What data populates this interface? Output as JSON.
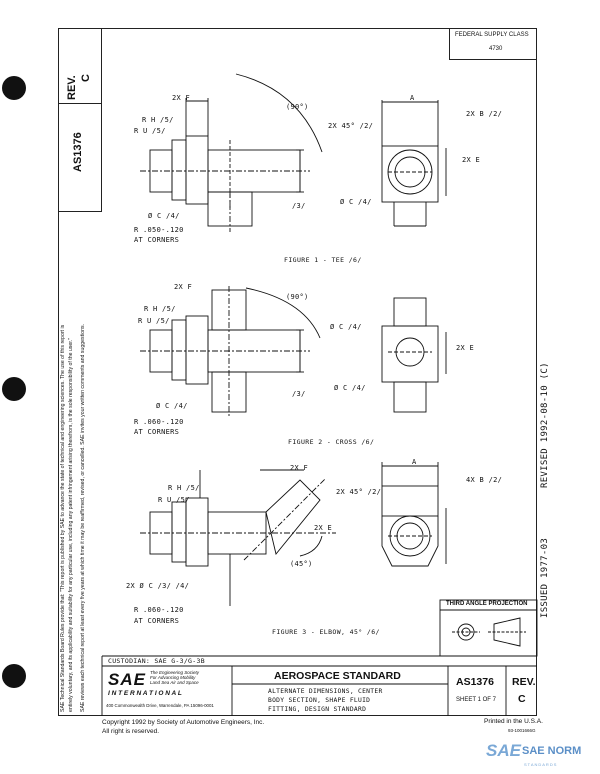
{
  "side_tab": {
    "rev_label": "REV.",
    "rev_value": "C",
    "doc_number": "AS1376"
  },
  "side_notice": [
    "SAE Technical Standards Board Rules provide that: \"This report is published by SAE to advance the state of technical and engineering sciences. The use of this report is",
    "entirely voluntary, and its applicability and suitability for any particular use, including any patent infringement arising therefrom, is the sole responsibility of the user.\"",
    "SAE reviews each technical report at least every five years at which time it may be reaffirmed, revised, or cancelled. SAE invites your written comments and suggestions."
  ],
  "federal_supply": {
    "label": "FEDERAL SUPPLY CLASS",
    "value": "4730"
  },
  "right_margin": {
    "revised": "REVISED 1992-08-10 (C)",
    "issued": "ISSUED 1977-03"
  },
  "fig1": {
    "caption": "FIGURE 1 - TEE /6/",
    "labels": [
      "2X F",
      "(90°)",
      "R H /5/",
      "R U /5/",
      "2X 45° /2/",
      "A",
      "2X B /2/",
      "2X E",
      "/3/",
      "Ø C /4/",
      "Ø C /4/",
      "R .050-.120",
      "AT CORNERS"
    ]
  },
  "fig2": {
    "caption": "FIGURE 2 - CROSS /6/",
    "labels": [
      "2X F",
      "(90°)",
      "R H /5/",
      "R U /5/",
      "Ø C /4/",
      "2X E",
      "/3/",
      "Ø C /4/",
      "Ø C /4/",
      "R .060-.120",
      "AT CORNERS"
    ]
  },
  "fig3": {
    "caption": "FIGURE 3 - ELBOW, 45° /6/",
    "labels": [
      "2X F",
      "R H /5/",
      "R U /5/",
      "2X 45° /2/",
      "A",
      "4X B /2/",
      "2X E",
      "(45°)",
      "2X Ø C /3/ /4/",
      "R .060-.120",
      "AT CORNERS"
    ]
  },
  "third_angle": {
    "label": "THIRD ANGLE PROJECTION"
  },
  "title_block": {
    "custodian": "CUSTODIAN:  SAE G-3/G-3B",
    "sae_tagline": [
      "The Engineering Society",
      "For Advancing Mobility",
      "Land Sea Air and Space"
    ],
    "international": "I N T E R N A T I O N A L",
    "address": "400 Commonwealth Drive, Warrendale, PA  15096-0001",
    "heading": "AEROSPACE STANDARD",
    "subtitle": [
      "ALTERNATE DIMENSIONS, CENTER",
      "BODY SECTION, SHAPE FLUID",
      "FITTING, DESIGN STANDARD"
    ],
    "doc_number": "AS1376",
    "sheet": "SHEET 1 OF 7",
    "rev_label": "REV.",
    "rev_value": "C"
  },
  "footer": {
    "copyright": "Copyright 1992  by Society of Automotive Engineers, Inc.",
    "rights": "All right is reserved.",
    "printed": "Printed in the U.S.A.",
    "code": "93-1001666G",
    "watermark": "SAE NORM",
    "watermark_sub": "STANDARDS"
  }
}
